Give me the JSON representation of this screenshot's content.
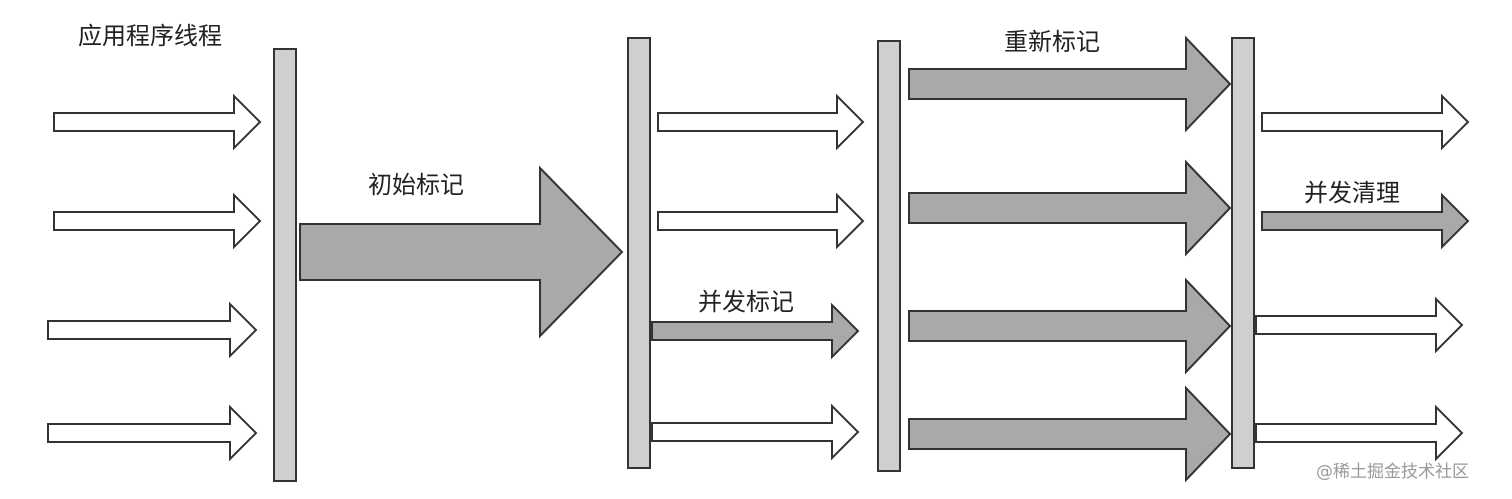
{
  "labels": {
    "app_threads": "应用程序线程",
    "initial_mark": "初始标记",
    "concurrent_mark": "并发标记",
    "remark": "重新标记",
    "concurrent_sweep": "并发清理"
  },
  "watermark": "@稀土掘金技术社区",
  "colors": {
    "barrier_fill": "#cfcfcf",
    "gc_arrow_fill": "#a9a9a9",
    "app_arrow_fill": "#ffffff",
    "stroke": "#333333"
  }
}
